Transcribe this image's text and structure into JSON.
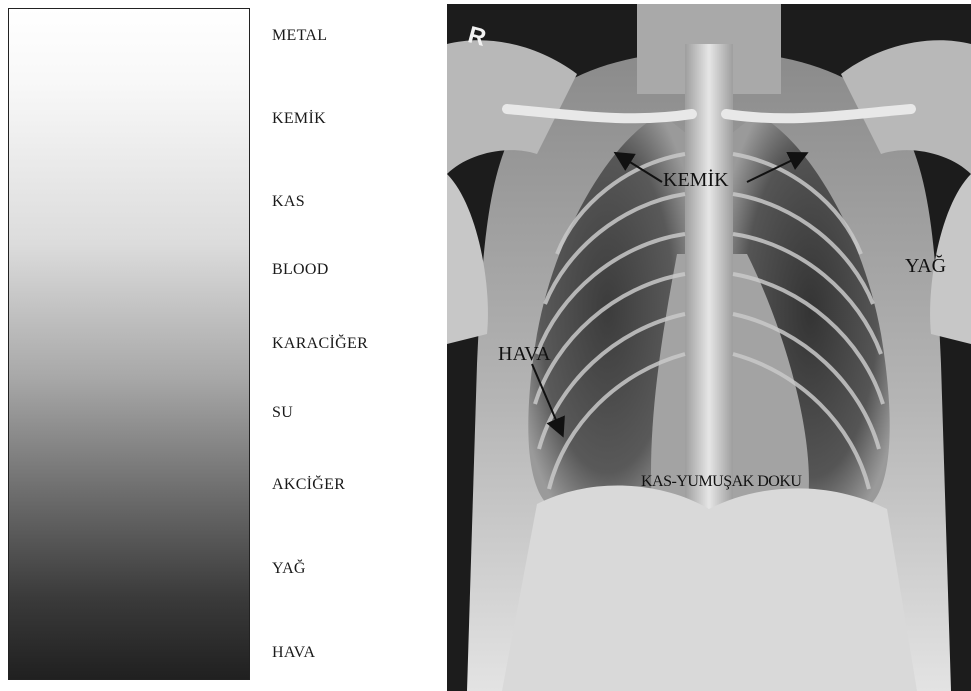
{
  "scale": {
    "labels": [
      "METAL",
      "KEMİK",
      "KAS",
      "BLOOD",
      "KARACİĞER",
      "SU",
      "AKCİĞER",
      "YAĞ",
      "HAVA"
    ]
  },
  "xray": {
    "labels": {
      "bone": "KEMİK",
      "fat": "YAĞ",
      "air": "HAVA",
      "muscle_soft_tissue": "KAS-YUMUŞAK DOKU"
    },
    "marker": "R"
  }
}
